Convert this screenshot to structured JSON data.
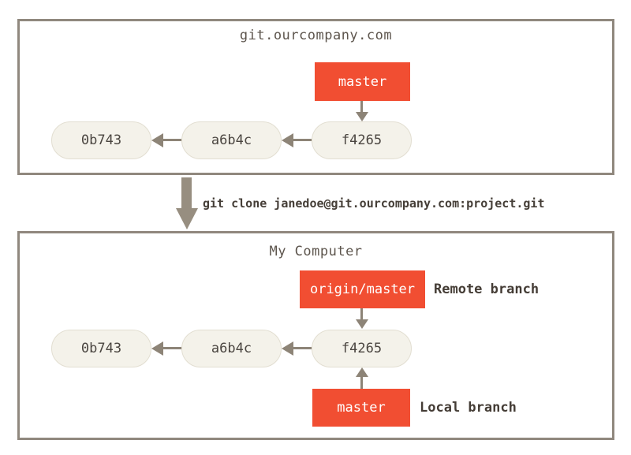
{
  "colors": {
    "background": "#ffffff",
    "box_border": "#90887e",
    "branch_fill": "#f14e32",
    "branch_text": "#ffffff",
    "commit_fill": "#f4f2ea",
    "commit_text": "#4a4540",
    "arrow": "#8d8477",
    "clone_arrow": "#978e80",
    "title_text": "#5d554d",
    "annotation_text": "#443c35"
  },
  "remote_repo": {
    "title": "git.ourcompany.com",
    "branch_label": "master",
    "commits": [
      "0b743",
      "a6b4c",
      "f4265"
    ]
  },
  "clone": {
    "command": "git clone janedoe@git.ourcompany.com:project.git"
  },
  "local_repo": {
    "title": "My Computer",
    "remote_branch_label": "origin/master",
    "remote_branch_annotation": "Remote branch",
    "local_branch_label": "master",
    "local_branch_annotation": "Local branch",
    "commits": [
      "0b743",
      "a6b4c",
      "f4265"
    ]
  }
}
